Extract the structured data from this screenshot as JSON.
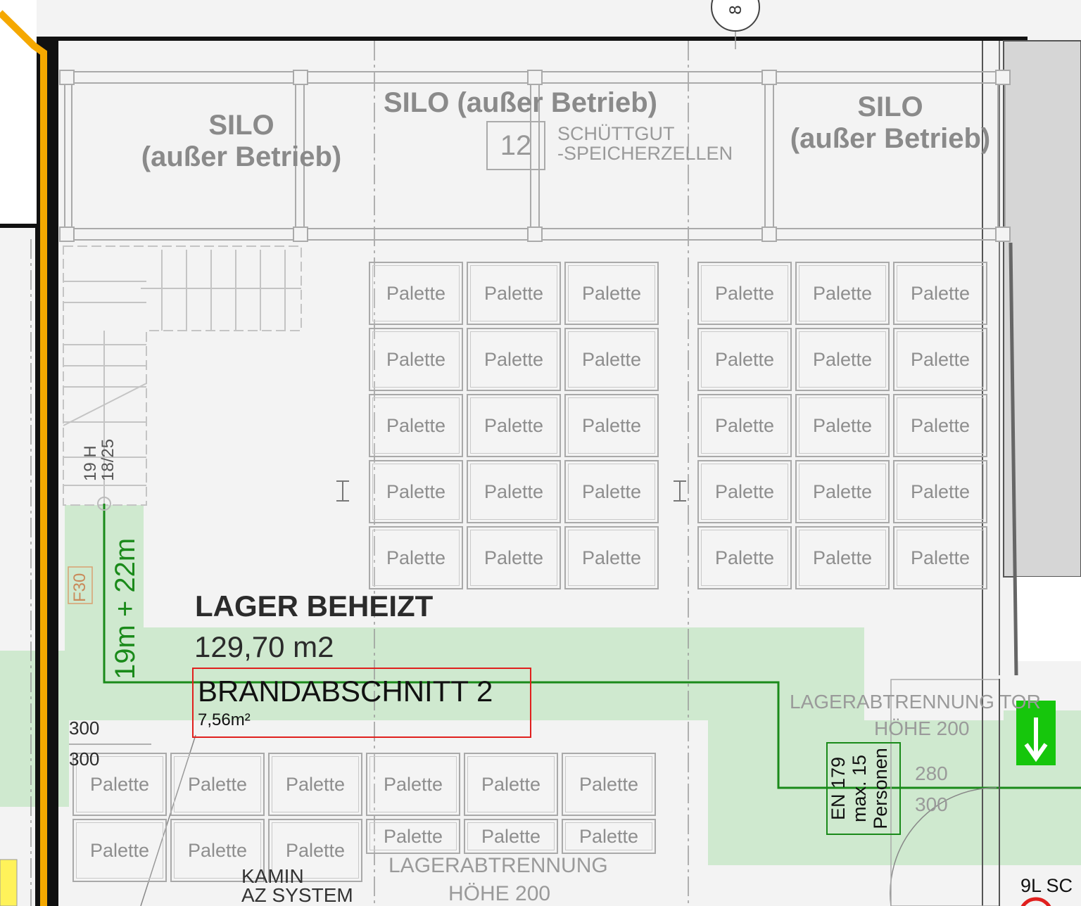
{
  "silos": {
    "left": {
      "line1": "SILO",
      "line2": "(außer Betrieb)"
    },
    "middle": {
      "line1": "SILO (außer Betrieb)",
      "count": "12",
      "desc1": "SCHÜTTGUT",
      "desc2": "-SPEICHERZELLEN"
    },
    "right": {
      "line1": "SILO",
      "line2": "(außer Betrieb)"
    }
  },
  "pallet_label": "Palette",
  "stair": {
    "line1": "19 H",
    "line2": "18/25"
  },
  "escape_route": {
    "distance": "19m + 22m",
    "fire_rating": "F30"
  },
  "room": {
    "name": "LAGER BEHEIZT",
    "area": "129,70 m2",
    "fire_section": "BRANDABSCHNITT 2",
    "fire_section_area": "7,56m²"
  },
  "dimensions": {
    "d1": "300",
    "d2": "300",
    "d3": "280",
    "d4": "300"
  },
  "gate": {
    "line1": "LAGERABTRENNUNG TOR",
    "line2": "HÖHE 200"
  },
  "door_rating": {
    "line1": "EN 179",
    "line2": "max. 15",
    "line3": "Personen"
  },
  "lower_partition": {
    "line1": "LAGERABTRENNUNG",
    "line2": "HÖHE 200"
  },
  "chimney": {
    "line1": "KAMIN",
    "line2": "AZ SYSTEM"
  },
  "extinguisher": "9L SC",
  "axis_label": "8",
  "colors": {
    "escape_green": "#1a8a1a",
    "green_zone": "#cfe9cf",
    "fire_red": "#e0201e",
    "wall_orange": "#f5a800",
    "exit_sign": "#16c60c"
  }
}
